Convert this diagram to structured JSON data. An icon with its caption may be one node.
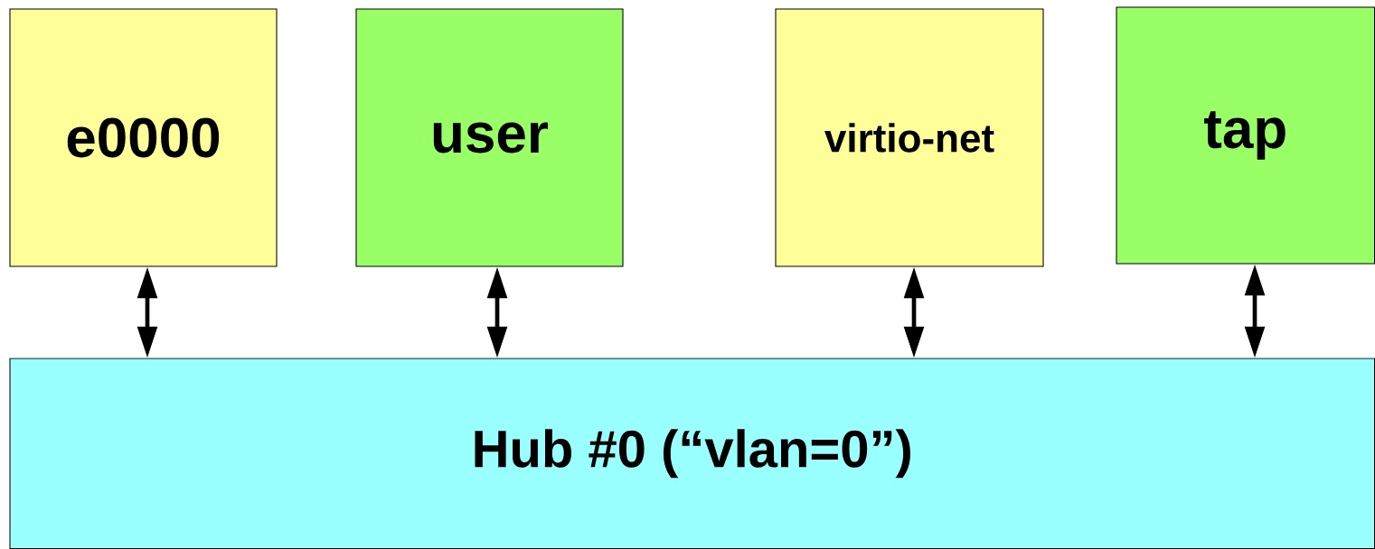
{
  "diagram": {
    "nodes": [
      {
        "text": [
          "e0000"
        ]
      },
      {
        "text": [
          "user"
        ]
      },
      {
        "text": [
          "virtio-net"
        ]
      },
      {
        "text": [
          "tap"
        ]
      },
      {
        "text": [
          "Hub #0 (“vlan=0”)"
        ]
      }
    ],
    "edges": [
      {
        "from": 0,
        "to": 4,
        "arrow": "both"
      },
      {
        "from": 1,
        "to": 4,
        "arrow": "both"
      },
      {
        "from": 2,
        "to": 4,
        "arrow": "both"
      },
      {
        "from": 3,
        "to": 4,
        "arrow": "both"
      }
    ]
  }
}
